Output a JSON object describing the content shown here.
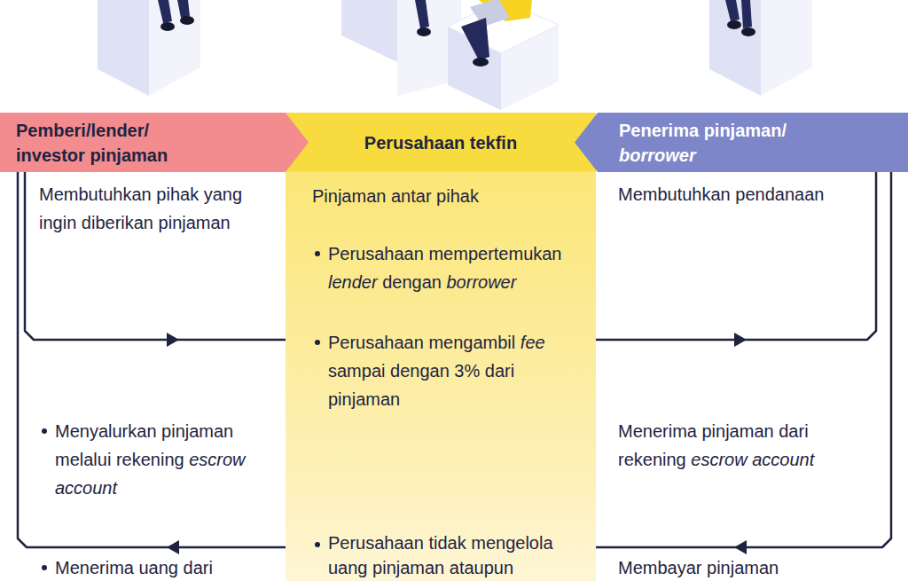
{
  "diagram": {
    "nodes": [
      {
        "text": [
          "Pemberi/lender/ investor pinjaman"
        ]
      },
      {
        "text": [
          "Perusahaan tekfin",
          "Pinjaman antar pihak",
          "Perusahaan mempertemukan lender dengan borrower",
          "Perusahaan mengambil fee sampai dengan 3% dari pinjaman",
          "Perusahaan tidak mengelola uang pinjaman ataupun"
        ]
      },
      {
        "text": [
          "Penerima pinjaman/ borrower"
        ]
      }
    ],
    "edges": [
      {
        "from": 0,
        "to": 2,
        "arrow": "to"
      },
      {
        "from": 2,
        "to": 0,
        "arrow": "to"
      }
    ],
    "labels": [
      "Membutuhkan pihak yang ingin diberikan pinjaman",
      "Menyalurkan pinjaman melalui rekening escrow account",
      "Menerima uang dari",
      "Membutuhkan pendanaan",
      "Menerima pinjaman dari rekening escrow account",
      "Membayar pinjaman"
    ]
  }
}
